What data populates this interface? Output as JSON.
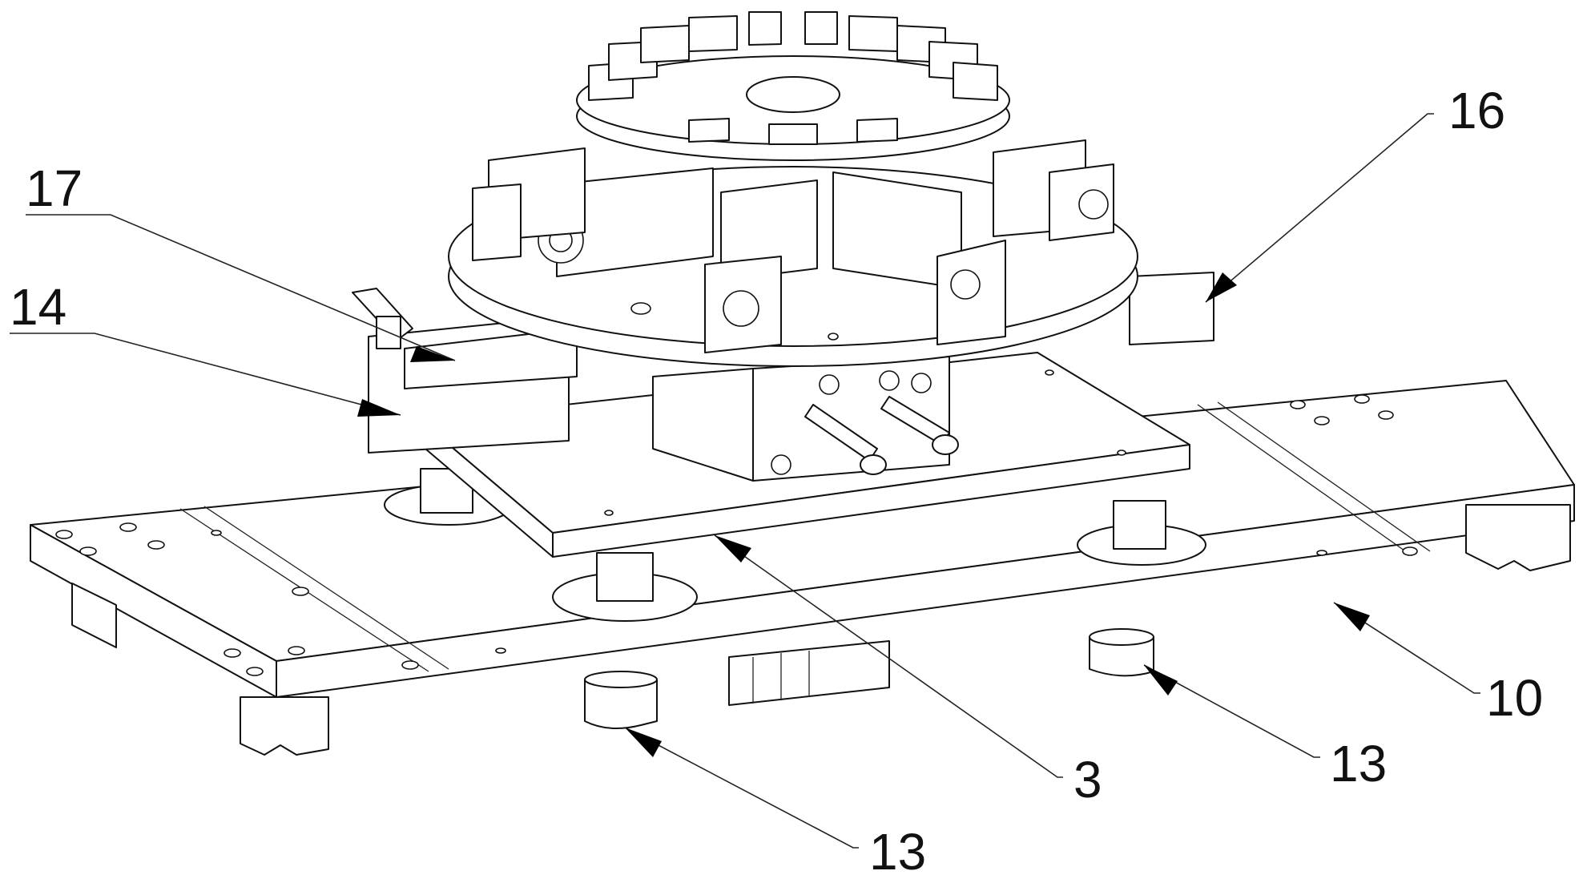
{
  "figure": {
    "type": "patent line drawing",
    "subject": "rotary pneumatic fixture assembly on sliding base plate",
    "colors": {
      "line": "#111111",
      "background": "#ffffff"
    }
  },
  "callouts": [
    {
      "id": "callout-17",
      "label": "17"
    },
    {
      "id": "callout-14",
      "label": "14"
    },
    {
      "id": "callout-16",
      "label": "16"
    },
    {
      "id": "callout-3",
      "label": "3"
    },
    {
      "id": "callout-10",
      "label": "10"
    },
    {
      "id": "callout-13a",
      "label": "13"
    },
    {
      "id": "callout-13b",
      "label": "13"
    }
  ]
}
